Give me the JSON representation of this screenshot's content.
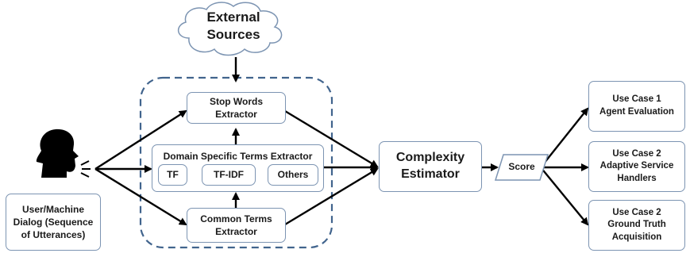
{
  "external_sources": "External\nSources",
  "stop_words": "Stop Words\nExtractor",
  "domain_specific": "Domain Specific Terms Extractor",
  "tf": "TF",
  "tfidf": "TF-IDF",
  "others": "Others",
  "common_terms": "Common Terms\nExtractor",
  "user_dialog": "User/Machine\nDialog (Sequence\nof Utterances)",
  "complexity": "Complexity\nEstimator",
  "score": "Score",
  "use_case_1": "Use Case 1\nAgent Evaluation",
  "use_case_2a": "Use Case 2\nAdaptive Service\nHandlers",
  "use_case_2b": "Use Case 2\nGround Truth\nAcquisition",
  "colors": {
    "box_border": "#7c94b2",
    "dashed_border": "#41648d",
    "arrow": "#000000",
    "text": "#1a1a1a"
  }
}
